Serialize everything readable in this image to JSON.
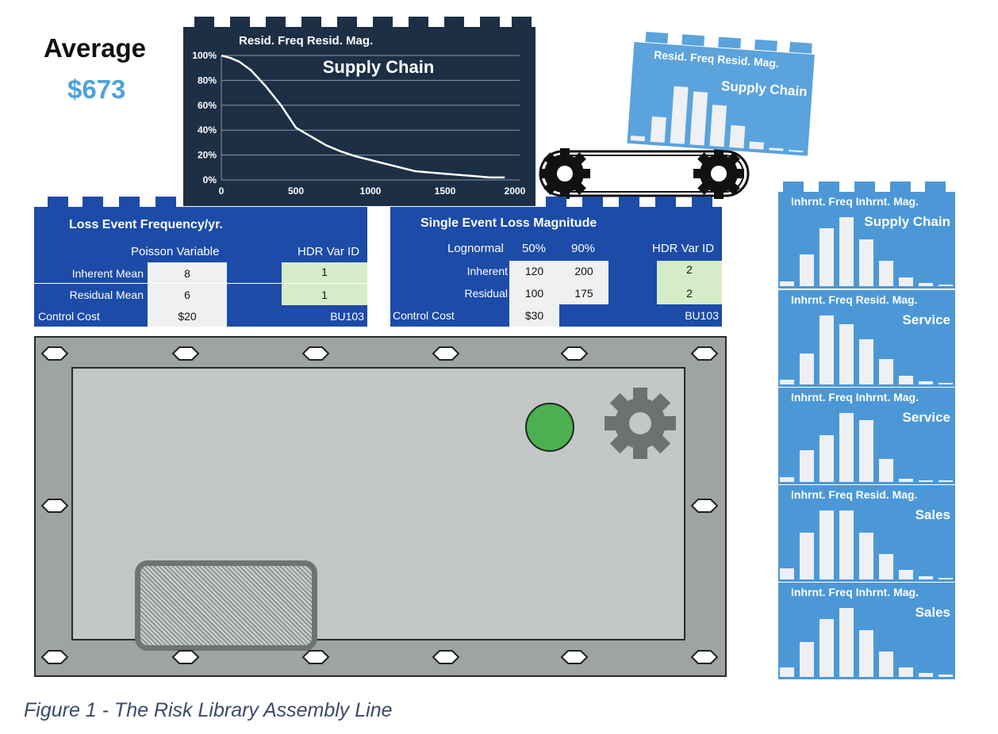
{
  "average": {
    "label": "Average",
    "value": "$673"
  },
  "main_chart": {
    "header": "Resid. Freq Resid. Mag.",
    "title": "Supply Chain",
    "y_ticks": [
      "100%",
      "80%",
      "60%",
      "40%",
      "20%",
      "0%"
    ],
    "x_ticks": [
      "0",
      "500",
      "1000",
      "1500",
      "2000"
    ]
  },
  "chart_data": [
    {
      "type": "line",
      "title": "Supply Chain",
      "xlim": [
        0,
        2000
      ],
      "ylim": [
        0,
        100
      ],
      "x": [
        0,
        60,
        120,
        200,
        300,
        400,
        500,
        600,
        700,
        800,
        900,
        1000,
        1100,
        1200,
        1300,
        1400,
        1500,
        1600,
        1700,
        1800,
        1900
      ],
      "y": [
        100,
        98,
        95,
        88,
        75,
        60,
        42,
        35,
        28,
        23,
        19,
        16,
        13,
        10,
        7,
        6,
        5,
        4,
        3,
        2,
        2
      ]
    }
  ],
  "loss_freq": {
    "title": "Loss Event Frequency/yr.",
    "col_header": "Poisson Variable",
    "hdr_header": "HDR Var ID",
    "rows": [
      {
        "label": "Inherent Mean",
        "value": "8",
        "hdr": "1"
      },
      {
        "label": "Residual Mean",
        "value": "6",
        "hdr": "1"
      }
    ],
    "control_cost_label": "Control Cost",
    "control_cost": "$20",
    "bu": "BU103"
  },
  "loss_mag": {
    "title": "Single Event Loss Magnitude",
    "dist": "Lognormal",
    "p50": "50%",
    "p90": "90%",
    "hdr_header": "HDR Var ID",
    "rows": [
      {
        "label": "Inherent",
        "p50": "120",
        "p90": "200",
        "hdr": "2"
      },
      {
        "label": "Residual",
        "p50": "100",
        "p90": "175",
        "hdr": "2"
      }
    ],
    "control_cost_label": "Control Cost",
    "control_cost": "$30",
    "bu": "BU103"
  },
  "tilted_panel": {
    "title": "Resid. Freq Resid. Mag.",
    "subtitle": "Supply Chain",
    "bars": [
      0.06,
      0.32,
      0.72,
      0.67,
      0.52,
      0.28,
      0.09,
      0.03,
      0.01
    ]
  },
  "panels": [
    {
      "title": "Inhrnt. Freq Inhrnt. Mag.",
      "subtitle": "Supply Chain",
      "bars": [
        0.06,
        0.43,
        0.79,
        0.95,
        0.64,
        0.35,
        0.12,
        0.04,
        0.02
      ]
    },
    {
      "title": "Inhrnt. Freq Resid. Mag.",
      "subtitle": "Service",
      "bars": [
        0.06,
        0.42,
        0.95,
        0.83,
        0.62,
        0.35,
        0.12,
        0.04,
        0.02
      ]
    },
    {
      "title": "Inhrnt. Freq Inhrnt. Mag.",
      "subtitle": "Service",
      "bars": [
        0.07,
        0.43,
        0.64,
        0.95,
        0.85,
        0.32,
        0.04,
        0.02,
        0.01
      ]
    },
    {
      "title": "Inhrnt. Freq Resid. Mag.",
      "subtitle": "Sales",
      "bars": [
        0.15,
        0.64,
        0.95,
        0.95,
        0.64,
        0.35,
        0.13,
        0.04,
        0.02
      ]
    },
    {
      "title": "Inhrnt. Freq Inhrnt. Mag.",
      "subtitle": "Sales",
      "bars": [
        0.13,
        0.48,
        0.79,
        0.95,
        0.64,
        0.35,
        0.13,
        0.05,
        0.03
      ]
    }
  ],
  "colors": {
    "dark_block": "#1d2f45",
    "table_blue": "#1c4ba8",
    "panel_blue": "#4c98d6",
    "average_value": "#4ea1dc",
    "green_light": "#4caf50"
  },
  "caption": "Figure 1 - The Risk Library Assembly Line"
}
